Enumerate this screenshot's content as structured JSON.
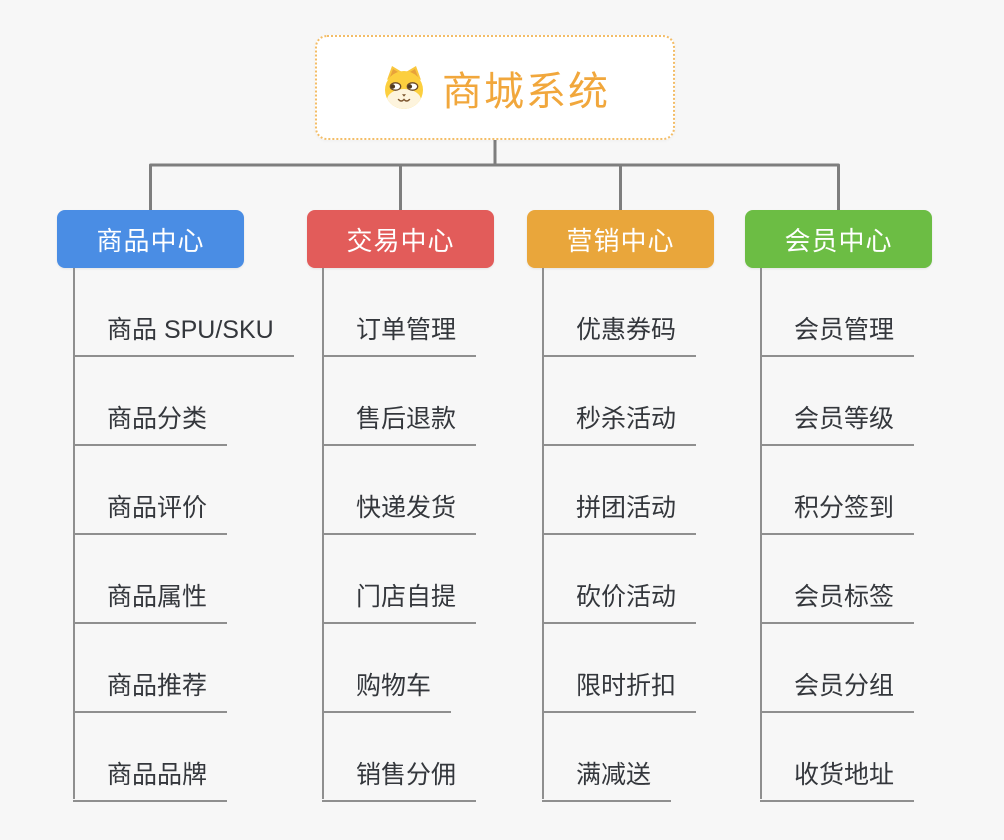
{
  "root": {
    "title": "商城系统",
    "icon": "dog-face-icon",
    "text_color": "#f1a73c",
    "border_color": "#f3bd67",
    "background": "#ffffff"
  },
  "canvas": {
    "background": "#f7f7f7",
    "connector_color": "#7e7e7e",
    "branch_line_color": "#8f8f8f"
  },
  "branches": [
    {
      "label": "商品中心",
      "color": "#4a8de4",
      "items": [
        "商品 SPU/SKU",
        "商品分类",
        "商品评价",
        "商品属性",
        "商品推荐",
        "商品品牌"
      ]
    },
    {
      "label": "交易中心",
      "color": "#e25c5a",
      "items": [
        "订单管理",
        "售后退款",
        "快递发货",
        "门店自提",
        "购物车",
        "销售分佣"
      ]
    },
    {
      "label": "营销中心",
      "color": "#e9a63b",
      "items": [
        "优惠券码",
        "秒杀活动",
        "拼团活动",
        "砍价活动",
        "限时折扣",
        "满减送"
      ]
    },
    {
      "label": "会员中心",
      "color": "#6cbd44",
      "items": [
        "会员管理",
        "会员等级",
        "积分签到",
        "会员标签",
        "会员分组",
        "收货地址"
      ]
    }
  ]
}
